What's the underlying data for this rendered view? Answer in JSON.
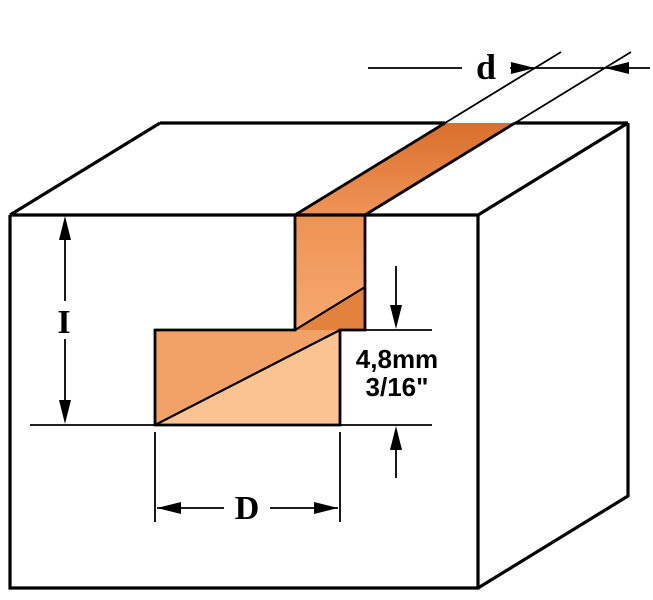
{
  "diagram": {
    "labels": {
      "slot_width_top": "d",
      "slot_depth": "I",
      "recess_height_metric": "4,8mm",
      "recess_height_imperial": "3/16\"",
      "slot_width_bottom": "D"
    },
    "colors": {
      "outline": "#000000",
      "background": "#ffffff",
      "face": "#ffffff",
      "cut_top_dark": "#d96f2b",
      "cut_top_light": "#f09459",
      "cut_neck_top": "#ef9254",
      "cut_neck_bottom": "#f6aa71",
      "cut_shadow": "#e2823c",
      "cut_wall": "#f2a266",
      "cut_floor": "#f9c392"
    }
  }
}
